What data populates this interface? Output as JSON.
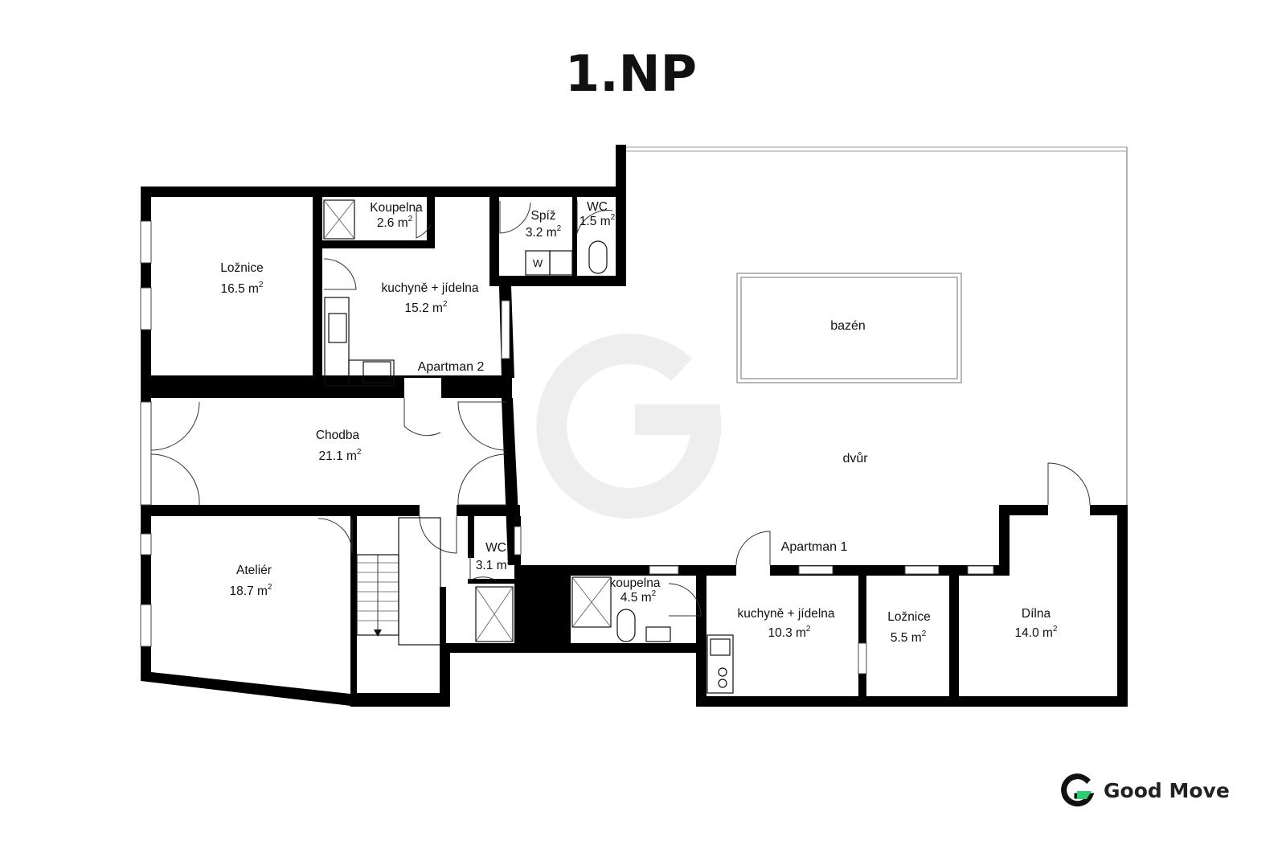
{
  "title": "1.NP",
  "rooms": [
    {
      "name": "Ložnice",
      "area": "16.5"
    },
    {
      "name": "Koupelna",
      "area": "2.6"
    },
    {
      "name": "kuchyně + jídelna",
      "area": "15.2"
    },
    {
      "name": "Spíž",
      "area": "3.2"
    },
    {
      "name": "WC",
      "area": "1.5"
    },
    {
      "name": "Chodba",
      "area": "21.1"
    },
    {
      "name": "Ateliér",
      "area": "18.7"
    },
    {
      "name": "WC",
      "area": "3.1"
    },
    {
      "name": "koupelna",
      "area": "4.5"
    },
    {
      "name": "kuchyně + jídelna",
      "area": "10.3"
    },
    {
      "name": "Ložnice",
      "area": "5.5"
    },
    {
      "name": "Dílna",
      "area": "14.0"
    }
  ],
  "area_unit": "m",
  "area_unit_exp": "2",
  "zones": {
    "apartman2": "Apartman 2",
    "apartman1": "Apartman 1",
    "pool": "bazén",
    "yard": "dvůr",
    "washer": "W"
  },
  "brand": {
    "name": "Good Move",
    "colors": {
      "accent": "#2ecc71",
      "dark": "#111111"
    }
  }
}
